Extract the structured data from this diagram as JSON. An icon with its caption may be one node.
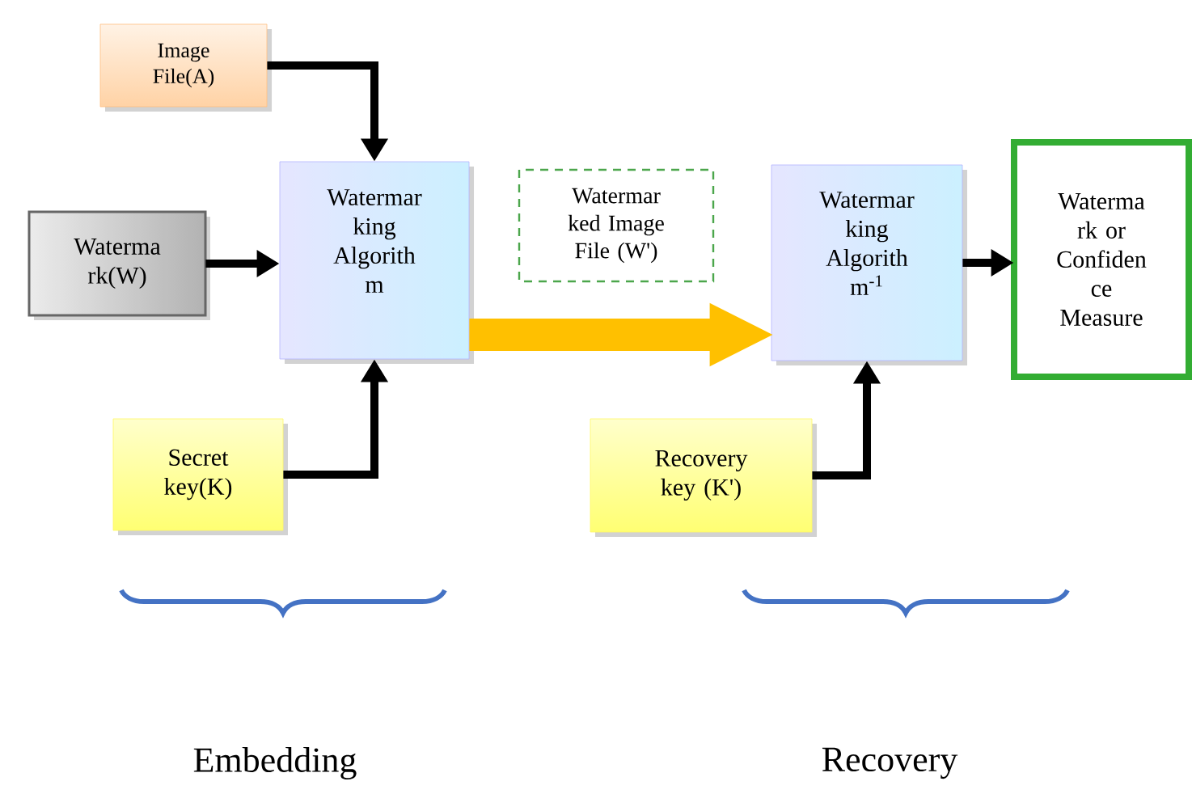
{
  "diagram": {
    "nodes": [
      {
        "text": [
          "Image File(A)"
        ]
      },
      {
        "text": [
          "Waterma rk(W)"
        ]
      },
      {
        "text": [
          "Watermar king Algorith m"
        ]
      },
      {
        "text": [
          "Secret key(K)"
        ]
      },
      {
        "text": [
          "Watermar ked Image File (W')"
        ]
      },
      {
        "text": [
          "Recovery key (K')"
        ]
      },
      {
        "text": [
          "Watermar king Algorith m$^{-1}$"
        ]
      },
      {
        "text": [
          "Waterma rk or Confiden ce Measure"
        ]
      }
    ],
    "edges": [
      {
        "from": 0,
        "to": 2,
        "arrow": "to"
      },
      {
        "from": 1,
        "to": 2,
        "arrow": "to"
      },
      {
        "from": 3,
        "to": 2,
        "arrow": "to"
      },
      {
        "from": 2,
        "to": 6,
        "arrow": "to",
        "style": "thick",
        "color": "#ffc000"
      },
      {
        "from": 5,
        "to": 6,
        "arrow": "to"
      },
      {
        "from": 6,
        "to": 7,
        "arrow": "to"
      }
    ],
    "labels": [
      "Embedding",
      "Recovery"
    ]
  }
}
